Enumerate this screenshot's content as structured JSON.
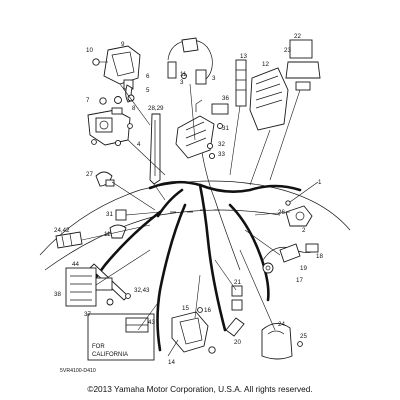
{
  "diagram": {
    "callouts": {
      "c1": "1",
      "c2": "2",
      "c3": "3",
      "c4": "4",
      "c5": "5",
      "c6": "6",
      "c7": "7",
      "c8": "8",
      "c9": "9",
      "c10": "10",
      "c11": "11",
      "c12": "12",
      "c13": "13",
      "c14": "14",
      "c15": "15",
      "c16": "16",
      "c17": "17",
      "c18": "18",
      "c19": "19",
      "c20": "20",
      "c21": "21",
      "c22": "22",
      "c23": "23",
      "c24": "24",
      "c25": "25",
      "c26": "26",
      "c2829": "28,29",
      "c27": "27",
      "c31": "31",
      "c32": "32",
      "c33": "33",
      "c36": "36",
      "c37": "37",
      "c38": "38",
      "c3243": "32,43",
      "c43": "43",
      "c44": "44",
      "c2442": "24,42",
      "c11b": "11",
      "c31b": "31"
    },
    "california_label": [
      "FOR",
      "CALIFORNIA"
    ],
    "diagram_code": "5VR4100-D410"
  },
  "footer": {
    "copyright": "©2013 Yamaha Motor Corporation, U.S.A. All rights reserved."
  }
}
